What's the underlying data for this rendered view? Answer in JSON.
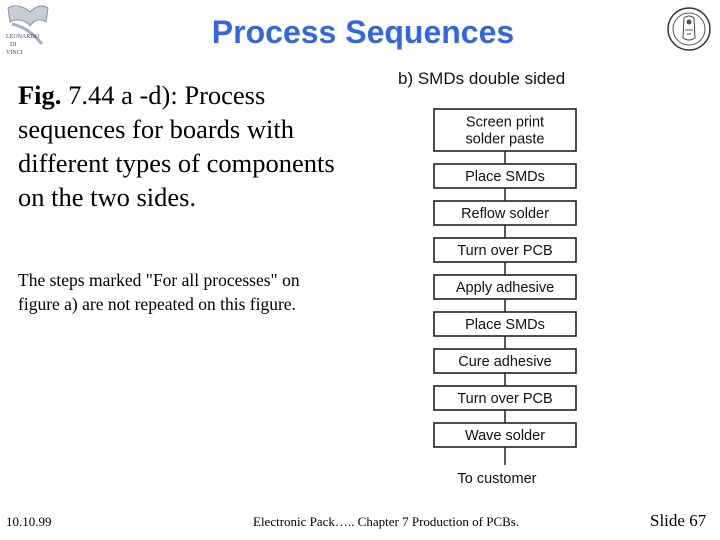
{
  "title": "Process Sequences",
  "logo_left": {
    "icon": "leonardo-da-vinci-logo-icon",
    "lines": [
      "LEONARDO",
      "DI",
      "VINCI"
    ]
  },
  "logo_right": {
    "icon": "university-seal-icon"
  },
  "caption": {
    "fig_label": "Fig.",
    "fig_rest": " 7.44 a -d): Process sequences for boards with different types of components on the two sides."
  },
  "note": "The steps marked \"For all processes\" on figure a) are not repeated on this figure.",
  "figure": {
    "heading": "b) SMDs double sided",
    "steps": [
      [
        "Screen print",
        "solder paste"
      ],
      [
        "Place SMDs"
      ],
      [
        "Reflow solder"
      ],
      [
        "Turn over PCB"
      ],
      [
        "Apply adhesive"
      ],
      [
        "Place SMDs"
      ],
      [
        "Cure adhesive"
      ],
      [
        "Turn over PCB"
      ],
      [
        "Wave solder"
      ]
    ],
    "end_label": "To customer"
  },
  "footer": {
    "date": "10.10.99",
    "middle": "Electronic Pack….. Chapter 7 Production of PCBs.",
    "slide": "Slide 67"
  }
}
